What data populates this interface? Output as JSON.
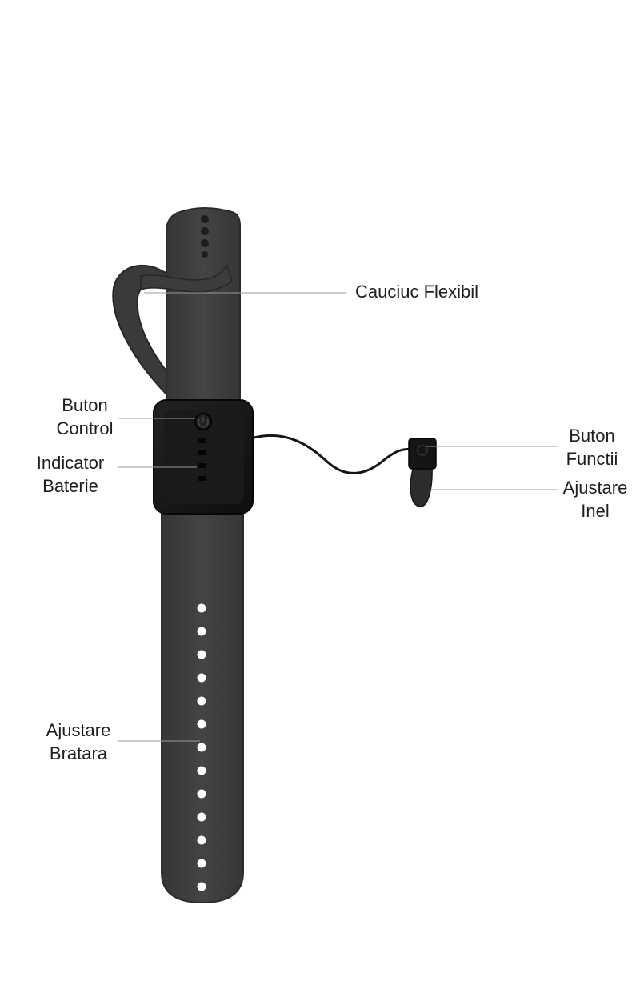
{
  "callouts": {
    "cauciuc": {
      "line1": "Cauciuc Flexibil"
    },
    "buton_control": {
      "line1": "Buton",
      "line2": "Control"
    },
    "indicator_baterie": {
      "line1": "Indicator",
      "line2": "Baterie"
    },
    "buton_functii": {
      "line1": "Buton",
      "line2": "Functii"
    },
    "ajustare_inel": {
      "line1": "Ajustare",
      "line2": "Inel"
    },
    "ajustare_bratara": {
      "line1": "Ajustare",
      "line2": "Bratara"
    }
  },
  "colors": {
    "strap": "#3d3d3d",
    "strap_edge": "#2a2a2a",
    "module": "#151515",
    "leader_line": "#9a9a9a",
    "text": "#1e1e1e"
  },
  "icons": [
    "power-icon",
    "battery-led-icon",
    "adjustment-hole-icon",
    "ring-button-icon"
  ]
}
